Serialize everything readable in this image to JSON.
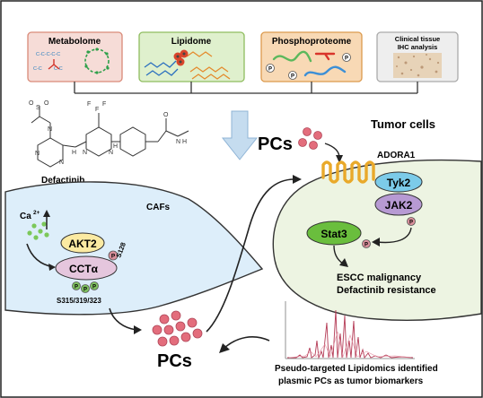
{
  "omics_panels": [
    {
      "label": "Metabolome",
      "fill": "#f6dcd7",
      "stroke": "#d98a78"
    },
    {
      "label": "Lipidome",
      "fill": "#dff0cd",
      "stroke": "#8fbd5f"
    },
    {
      "label": "Phosphoproteome",
      "fill": "#f8d9b5",
      "stroke": "#dc9a4d"
    },
    {
      "label_line1": "Clinical tissue",
      "label_line2": "IHC analysis",
      "fill": "#eeeeee",
      "stroke": "#aaaaaa"
    }
  ],
  "metabolome_chain": "C-C-C-C-C",
  "metabolome_short_left": "C-C",
  "metabolome_short_right": "C-C",
  "drug_name": "Defactinib",
  "drug_atoms": {
    "f": "F",
    "n": "N",
    "s": "S",
    "o": "O",
    "h": "H"
  },
  "caf": {
    "label": "CAFs",
    "calcium": "Ca",
    "calcium_charge": "2+",
    "akt2": "AKT2",
    "cct": "CCTα",
    "phospho_site": "S128",
    "cct_sites": "S315/319/323",
    "p_glyph": "P"
  },
  "pcs_label_top": "PCs",
  "pcs_label_bottom": "PCs",
  "tumor": {
    "title": "Tumor cells",
    "receptor": "ADORA1",
    "tyk2": "Tyk2",
    "jak2": "JAK2",
    "stat3": "Stat3",
    "outcome_line1": "ESCC malignancy",
    "outcome_line2": "Defactinib resistance"
  },
  "lipidomics_line1": "Pseudo-targeted Lipidomics identified",
  "lipidomics_line2": "plasmic PCs as tumor biomarkers",
  "colors": {
    "caf_fill": "#ddeefa",
    "tumor_fill": "#edf4e2",
    "akt2": "#fbeaa2",
    "cct": "#e5c6dd",
    "tyk2": "#7ccbe9",
    "jak2": "#b79ad3",
    "stat3": "#6abe3d",
    "pc_ball": "#e36d7c",
    "receptor": "#e9a92a",
    "phospho_green": "#7ec060",
    "phospho_red": "#d98f9b",
    "big_arrow": "#c5dcef"
  }
}
